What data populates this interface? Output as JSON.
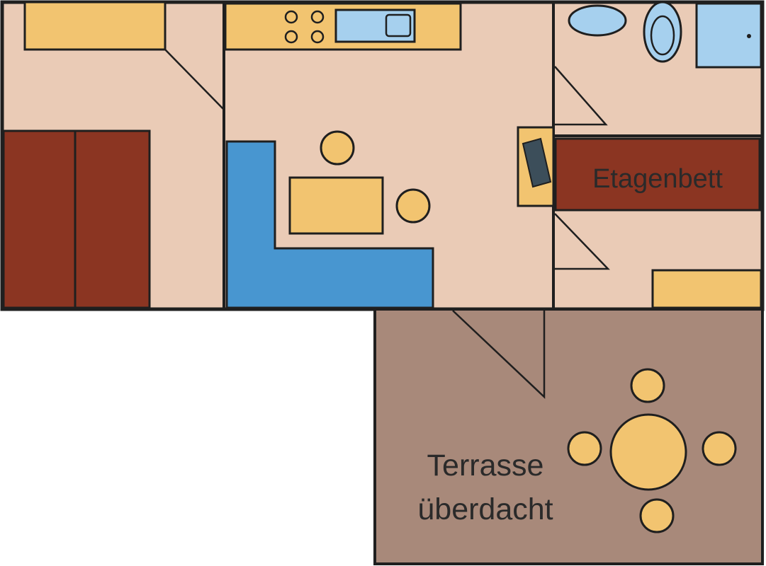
{
  "labels": {
    "bunk_bed": "Etagenbett",
    "terrace_line1": "Terrasse",
    "terrace_line2": "überdacht"
  },
  "colors": {
    "floor": "#EACBB6",
    "terrace": "#A8897A",
    "wood_light": "#F2C470",
    "wood_dark": "#8B3522",
    "sofa": "#4896D0",
    "sanitary": "#A6D0EE",
    "stove": "#3C4E5A",
    "wall": "#1f1f1f"
  }
}
